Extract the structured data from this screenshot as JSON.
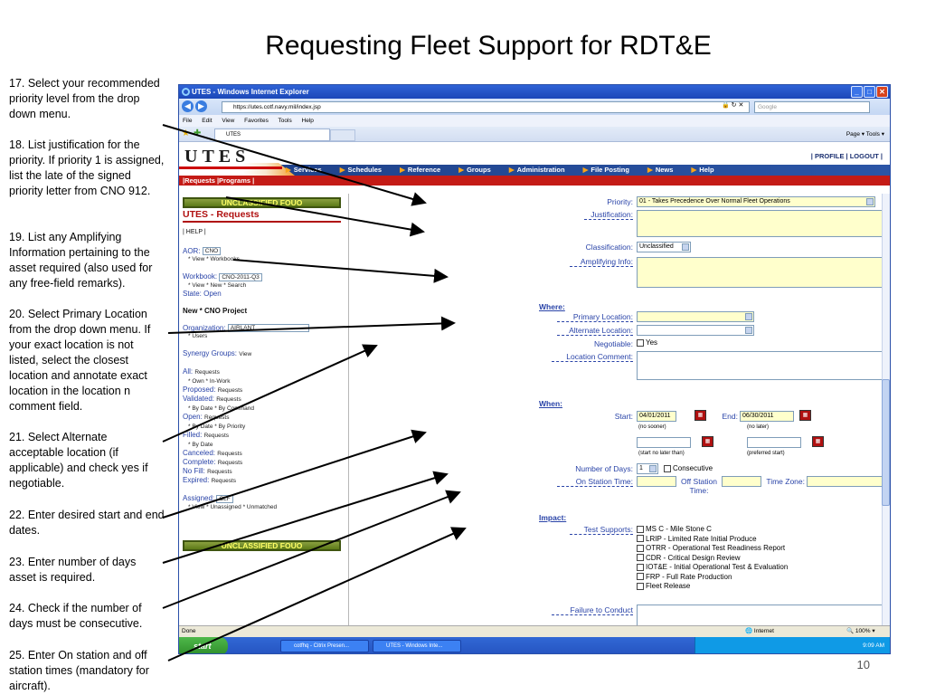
{
  "slide": {
    "title": "Requesting Fleet Support for RDT&E",
    "page_number": "10",
    "notes": [
      "17. Select your recommended priority level from the drop down menu.",
      "18. List justification for the priority.  If priority 1 is assigned, list the late of the signed priority letter from CNO 912.",
      "19.  List any Amplifying Information pertaining to the asset required (also used for any free-field remarks).",
      "20. Select Primary Location from the drop down menu.  If your exact location is not listed, select the closest location and annotate exact location in the location n comment field.",
      "21. Select Alternate acceptable location (if applicable)  and check yes if negotiable.",
      "22. Enter desired start and end dates.",
      "23. Enter number of days asset is required.",
      "24. Check if the number of days must be consecutive.",
      "25. Enter On station and off station times (mandatory for aircraft)."
    ]
  },
  "browser": {
    "title": "UTES - Windows Internet Explorer",
    "url": "https://utes.cotf.navy.mil/index.jsp",
    "search_placeholder": "Google",
    "menu": [
      "File",
      "Edit",
      "View",
      "Favorites",
      "Tools",
      "Help"
    ],
    "tab": "UTES",
    "toolbar_right": "Page ▾  Tools ▾",
    "status_left": "Done",
    "status_zone": "Internet",
    "zoom": "100%",
    "taskbar": {
      "start": "start",
      "tasks": [
        "cotfhq - Citrix Presen...",
        "UTES - Windows Inte..."
      ],
      "clock": "9:09 AM"
    }
  },
  "app": {
    "logo": "UTES",
    "nav": [
      "Services",
      "Schedules",
      "Reference",
      "Groups",
      "Administration",
      "File Posting",
      "News",
      "Help"
    ],
    "profile": "| PROFILE  |  LOGOUT  |",
    "subnav": "|Requests |Programs |"
  },
  "left_panel": {
    "classification_top": "UNCLASSIFIED FOUO",
    "classification_bottom": "UNCLASSIFIED FOUO",
    "title": "UTES - Requests",
    "help": "| HELP  |",
    "aor_label": "AOR:",
    "aor_value": "CNO",
    "aor_links": "* View    * Workbooks",
    "workbook_label": "Workbook:",
    "workbook_value": "CNO-2011-Q3",
    "workbook_links": "* View    * New    * Search",
    "state": "State:  Open",
    "new_project": "New  * CNO Project",
    "org_label": "Organization:",
    "org_value": "AIRLANT",
    "org_links": "* Users",
    "synergy_label": "Synergy Groups:",
    "synergy_link": "View",
    "status_rows": [
      {
        "label": "All:",
        "value": "Requests"
      },
      {
        "label": "",
        "value": "* Own    * In-Work"
      },
      {
        "label": "Proposed:",
        "value": "Requests"
      },
      {
        "label": "Validated:",
        "value": "Requests"
      },
      {
        "label": "",
        "value": "* By Date    * By Command"
      },
      {
        "label": "Open:",
        "value": "Requests"
      },
      {
        "label": "",
        "value": "* By Date    * By Priority"
      },
      {
        "label": "Filled:",
        "value": "Requests"
      },
      {
        "label": "",
        "value": "* By Date"
      },
      {
        "label": "Canceled:",
        "value": "Requests"
      },
      {
        "label": "Complete:",
        "value": "Requests"
      },
      {
        "label": "No Fill:",
        "value": "Requests"
      },
      {
        "label": "Expired:",
        "value": "Requests"
      }
    ],
    "assigned_label": "Assigned:",
    "assigned_value": "CLF",
    "assigned_links": "* View    * Unassigned    * Unmatched"
  },
  "form": {
    "priority_label": "Priority:",
    "priority_value": "01 - Takes Precedence Over Normal Fleet Operations",
    "justification_label": "Justification:",
    "classification_label": "Classification:",
    "classification_value": "Unclassified",
    "amplifying_label": "Amplifying Info:",
    "where_heading": "Where:",
    "primary_location_label": "Primary Location:",
    "alternate_location_label": "Alternate Location:",
    "negotiable_label": "Negotiable:",
    "negotiable_option": "Yes",
    "location_comment_label": "Location Comment:",
    "when_heading": "When:",
    "start_label": "Start:",
    "start_value": "04/01/2011",
    "start_note": "(no sooner)",
    "end_label": "End:",
    "end_value": "06/30/2011",
    "end_note": "(no later)",
    "start_latest_note": "(start no later than)",
    "preferred_start_note": "(preferred start)",
    "days_label": "Number of Days:",
    "days_value": "1",
    "consecutive_label": "Consecutive",
    "on_station_label": "On Station Time:",
    "off_station_label": "Off Station Time:",
    "time_zone_label": "Time Zone:",
    "impact_heading": "Impact:",
    "test_supports_label": "Test Supports:",
    "test_supports": [
      "MS C - Mile Stone C",
      "LRIP - Limited Rate Initial Produce",
      "OTRR - Operational Test Readiness Report",
      "CDR - Critical Design Review",
      "IOT&E - Initial Operational Test & Evaluation",
      "FRP - Full Rate Production",
      "Fleet Release"
    ],
    "failure_label": "Failure to Conduct"
  },
  "colors": {
    "accent_blue": "#2a44a8",
    "utes_red": "#c41b16",
    "required_field": "#ffffcc",
    "classification_bar": "#5c7a18"
  }
}
